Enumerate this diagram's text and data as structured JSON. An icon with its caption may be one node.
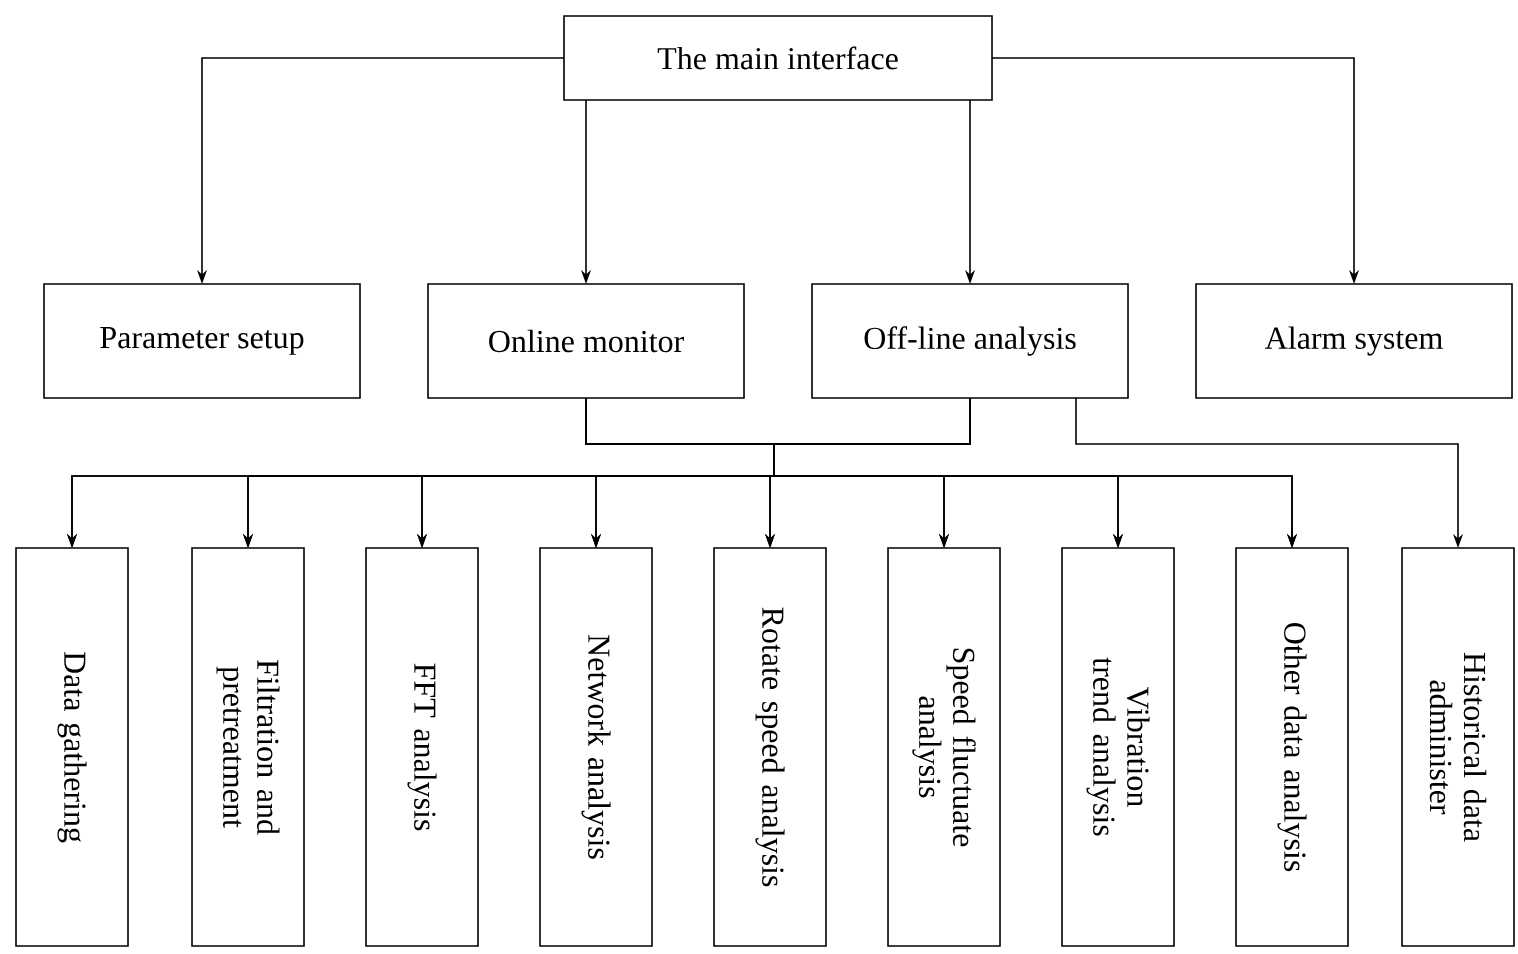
{
  "diagram": {
    "nodes": [
      {
        "text": [
          "The main interface"
        ]
      },
      {
        "text": [
          "Parameter setup"
        ]
      },
      {
        "text": [
          "Online monitor"
        ]
      },
      {
        "text": [
          "Off-line analysis"
        ]
      },
      {
        "text": [
          "Alarm system"
        ]
      },
      {
        "text": [
          "Data gathering"
        ]
      },
      {
        "text": [
          "Filtration and pretreatment"
        ]
      },
      {
        "text": [
          "FFT analysis"
        ]
      },
      {
        "text": [
          "Network analysis"
        ]
      },
      {
        "text": [
          "Rotate speed analysis"
        ]
      },
      {
        "text": [
          "Speed fluctuate analysis"
        ]
      },
      {
        "text": [
          "Vibration trend analysis"
        ]
      },
      {
        "text": [
          "Other data analysis"
        ]
      },
      {
        "text": [
          "Historical data administer"
        ]
      }
    ],
    "edges": [
      {
        "from": 0,
        "to": 1,
        "arrow": "to"
      },
      {
        "from": 0,
        "to": 2,
        "arrow": "to"
      },
      {
        "from": 0,
        "to": 3,
        "arrow": "to"
      },
      {
        "from": 0,
        "to": 4,
        "arrow": "to"
      },
      {
        "from": 2,
        "to": 5,
        "arrow": "to"
      },
      {
        "from": 2,
        "to": 6,
        "arrow": "to"
      },
      {
        "from": 2,
        "to": 7,
        "arrow": "to"
      },
      {
        "from": 2,
        "to": 8,
        "arrow": "to"
      },
      {
        "from": 2,
        "to": 9,
        "arrow": "to"
      },
      {
        "from": 2,
        "to": 10,
        "arrow": "to"
      },
      {
        "from": 2,
        "to": 11,
        "arrow": "to"
      },
      {
        "from": 2,
        "to": 12,
        "arrow": "to"
      },
      {
        "from": 3,
        "to": 5,
        "arrow": "to"
      },
      {
        "from": 3,
        "to": 6,
        "arrow": "to"
      },
      {
        "from": 3,
        "to": 7,
        "arrow": "to"
      },
      {
        "from": 3,
        "to": 8,
        "arrow": "to"
      },
      {
        "from": 3,
        "to": 9,
        "arrow": "to"
      },
      {
        "from": 3,
        "to": 10,
        "arrow": "to"
      },
      {
        "from": 3,
        "to": 11,
        "arrow": "to"
      },
      {
        "from": 3,
        "to": 12,
        "arrow": "to"
      },
      {
        "from": 3,
        "to": 13,
        "arrow": "to"
      }
    ]
  }
}
